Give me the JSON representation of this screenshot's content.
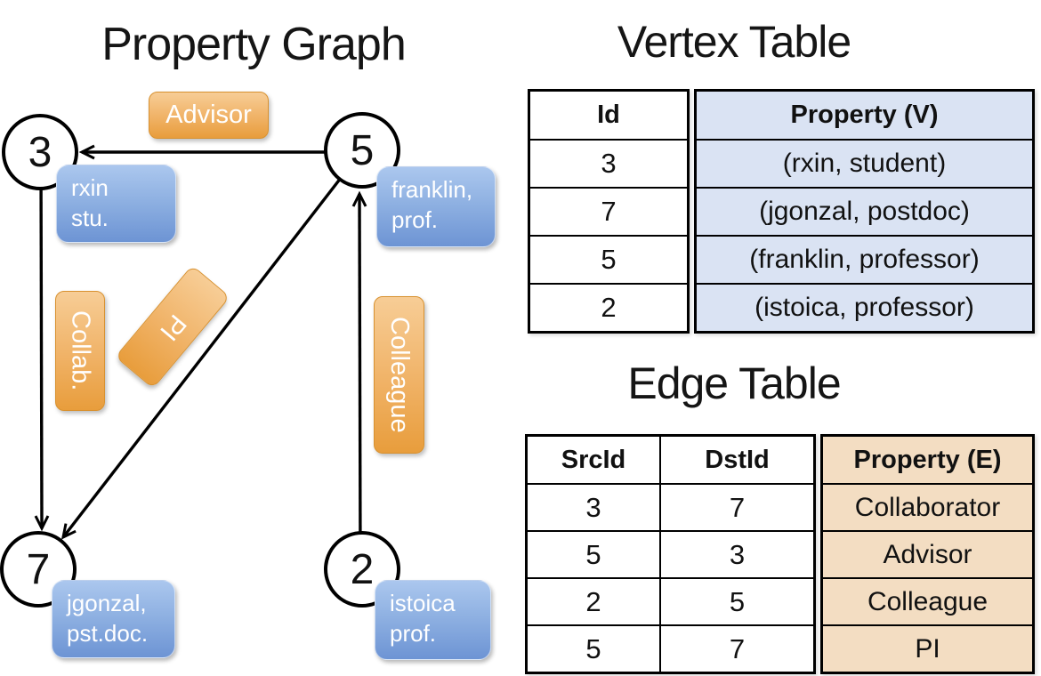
{
  "colors": {
    "edge_label_orange": "#e89d3c",
    "node_property_blue": "#6d94d4",
    "vertex_table_fill": "#dae3f3",
    "edge_table_fill": "#f3ddc2"
  },
  "graph": {
    "title": "Property Graph",
    "nodes": [
      {
        "id": "3",
        "property": "rxin\nstu."
      },
      {
        "id": "5",
        "property": "franklin,\nprof."
      },
      {
        "id": "7",
        "property": "jgonzal,\npst.doc."
      },
      {
        "id": "2",
        "property": "istoica\nprof."
      }
    ],
    "edge_labels": {
      "advisor": "Advisor",
      "collab": "Collab.",
      "pi": "PI",
      "colleague": "Colleague"
    }
  },
  "vertex_table": {
    "title": "Vertex Table",
    "headers": {
      "id": "Id",
      "property": "Property (V)"
    },
    "rows": [
      {
        "id": "3",
        "property": "(rxin, student)"
      },
      {
        "id": "7",
        "property": "(jgonzal, postdoc)"
      },
      {
        "id": "5",
        "property": "(franklin, professor)"
      },
      {
        "id": "2",
        "property": "(istoica, professor)"
      }
    ]
  },
  "edge_table": {
    "title": "Edge Table",
    "headers": {
      "src": "SrcId",
      "dst": "DstId",
      "property": "Property (E)"
    },
    "rows": [
      {
        "src": "3",
        "dst": "7",
        "property": "Collaborator"
      },
      {
        "src": "5",
        "dst": "3",
        "property": "Advisor"
      },
      {
        "src": "2",
        "dst": "5",
        "property": "Colleague"
      },
      {
        "src": "5",
        "dst": "7",
        "property": "PI"
      }
    ]
  }
}
